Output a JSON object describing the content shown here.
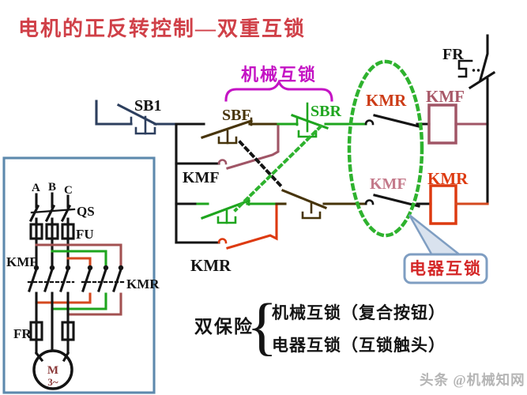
{
  "title": "电机的正反转控制—双重互锁",
  "watermark": "头条 @机械知网",
  "annotations": {
    "mechanical_interlock": "机械互锁",
    "electrical_interlock": "电器互锁",
    "double_guarantee": "双保险",
    "brace_char": "{",
    "note_mechanical": "机械互锁（复合按钮）",
    "note_electrical": "电器互锁（互锁触头）"
  },
  "control": {
    "sb1": "SB1",
    "sbf": "SBF",
    "sbr": "SBR",
    "kmf_latch": "KMF",
    "kmr_latch": "KMR",
    "kmr_interlock": "KMR",
    "kmf_interlock": "KMF",
    "kmf_coil": "KMF",
    "kmr_coil": "KMR",
    "fr": "FR"
  },
  "main": {
    "phase_a": "A",
    "phase_b": "B",
    "phase_c": "C",
    "qs": "QS",
    "fu": "FU",
    "kmf": "KMF",
    "kmr": "KMR",
    "fr": "FR",
    "motor": "M",
    "motor_sub": "3~"
  },
  "colors": {
    "navy": "#2d3f5e",
    "brown": "#47340a",
    "green": "#1ea51e",
    "greendot": "#2eb22e",
    "magenta": "#c413c4",
    "maroon": "#a05566",
    "rose": "#a85868",
    "pink": "#c4798a",
    "redorange": "#dd3a10",
    "orangewire": "#d4491f",
    "darkred": "#a35151",
    "redlabel": "#cc3b16",
    "titlered": "#d04048",
    "bluebox": "#5d89ad",
    "calloutblue": "#7f9ec2",
    "calloutfill": "#d9e2ee",
    "redtext": "#d42626",
    "motorred": "#8b3a3a",
    "gray": "#b5b5b5"
  }
}
